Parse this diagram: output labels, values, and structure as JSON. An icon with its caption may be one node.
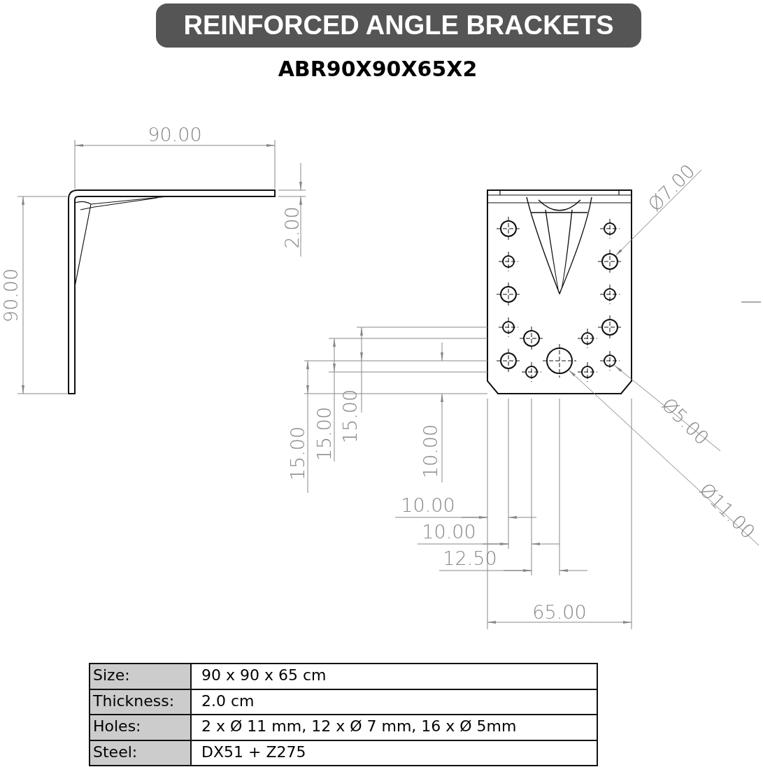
{
  "diagram": {
    "title": "REINFORCED ANGLE BRACKETS",
    "labels": [
      "ABR90X90X65X2",
      "90.00",
      "Ø7.00",
      "2.00",
      "90.00",
      "15.00",
      "15.00",
      "15.00",
      "10.00",
      "Ø5.00",
      "Ø11.00",
      "10.00",
      "10.00",
      "12.50",
      "65.00",
      "Size:",
      "90 x 90 x 65 cm",
      "Thickness:",
      "2.0 cm",
      "Holes:",
      "2 x Ø 11 mm, 12 x Ø 7 mm, 16 x Ø 5mm",
      "Steel:",
      "DX51 + Z275"
    ]
  }
}
